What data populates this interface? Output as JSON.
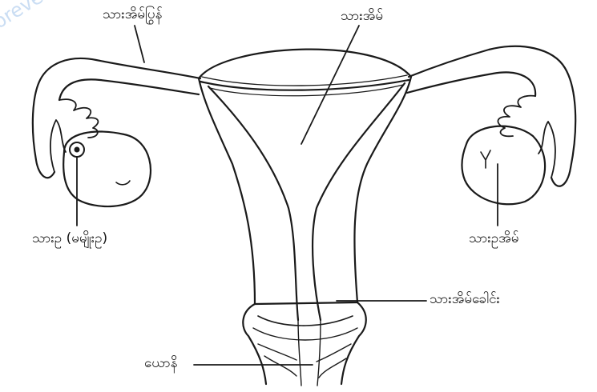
{
  "watermark": "forever",
  "labels": {
    "fallopian_tube": "သားအိမ်ပြွန်",
    "uterus": "သားအိမ်",
    "egg": "သားဥ (မမျိုးဥ)",
    "ovary": "သားဥအိမ်",
    "cervix": "သားအိမ်ခေါင်း",
    "vagina": "ယောနိ"
  }
}
